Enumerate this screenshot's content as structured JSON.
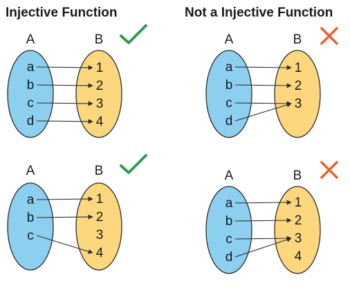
{
  "headings": {
    "left": "Injective Function",
    "right": "Not a Injective Function"
  },
  "colors": {
    "set_a_fill": "#8ccfef",
    "set_b_fill": "#fcd77e",
    "outline": "#2b2b2b",
    "arrow": "#2b2b2b",
    "check": "#2e9e55",
    "cross": "#e8612c"
  },
  "diagrams": [
    {
      "id": "top-left",
      "verdict": "check-icon",
      "set_a": {
        "label": "A",
        "elements": [
          "a",
          "b",
          "c",
          "d"
        ]
      },
      "set_b": {
        "label": "B",
        "elements": [
          "1",
          "2",
          "3",
          "4"
        ]
      },
      "mappings": [
        [
          "a",
          "1"
        ],
        [
          "b",
          "2"
        ],
        [
          "c",
          "3"
        ],
        [
          "d",
          "4"
        ]
      ]
    },
    {
      "id": "top-right",
      "verdict": "cross-icon",
      "set_a": {
        "label": "A",
        "elements": [
          "a",
          "b",
          "c",
          "d"
        ]
      },
      "set_b": {
        "label": "B",
        "elements": [
          "1",
          "2",
          "3"
        ]
      },
      "mappings": [
        [
          "a",
          "1"
        ],
        [
          "b",
          "2"
        ],
        [
          "c",
          "3"
        ],
        [
          "d",
          "3"
        ]
      ]
    },
    {
      "id": "bottom-left",
      "verdict": "check-icon",
      "set_a": {
        "label": "A",
        "elements": [
          "a",
          "b",
          "c"
        ]
      },
      "set_b": {
        "label": "B",
        "elements": [
          "1",
          "2",
          "3",
          "4"
        ]
      },
      "mappings": [
        [
          "a",
          "1"
        ],
        [
          "b",
          "2"
        ],
        [
          "c",
          "4"
        ]
      ]
    },
    {
      "id": "bottom-right",
      "verdict": "cross-icon",
      "set_a": {
        "label": "A",
        "elements": [
          "a",
          "b",
          "c",
          "d"
        ]
      },
      "set_b": {
        "label": "B",
        "elements": [
          "1",
          "2",
          "3",
          "4"
        ]
      },
      "mappings": [
        [
          "a",
          "1"
        ],
        [
          "b",
          "2"
        ],
        [
          "c",
          "3"
        ],
        [
          "d",
          "3"
        ]
      ]
    }
  ]
}
